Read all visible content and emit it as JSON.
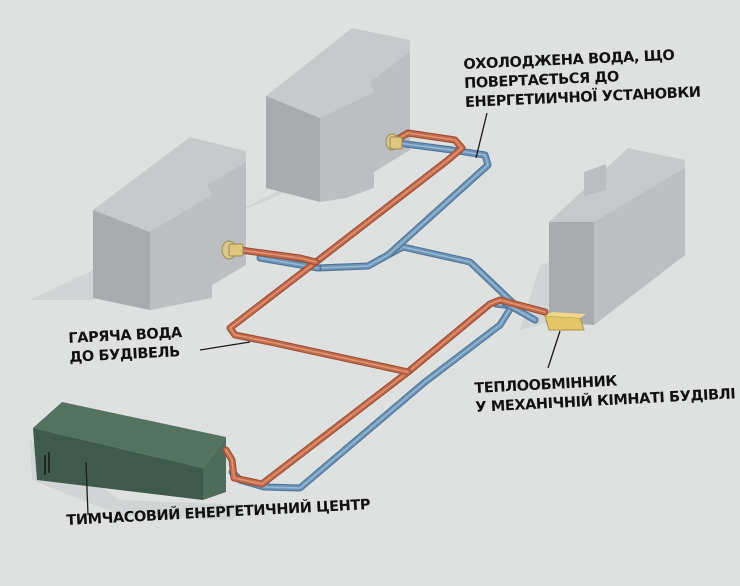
{
  "diagram": {
    "colors": {
      "background": "#dfe1e1",
      "building_front": "#a9abae",
      "building_side": "#bcbec1",
      "building_top": "#c7c9cb",
      "plant_front": "#3f5a4c",
      "plant_side": "#4f6b5c",
      "plant_top": "#557261",
      "hot_pipe": "#c06a4c",
      "cold_pipe": "#6b93b5",
      "heat_exchanger": "#d9c27a"
    },
    "labels": {
      "chilled_return": [
        "ОХОЛОДЖЕНА ВОДА, ЩО",
        "ПОВЕРТАЄТЬСЯ ДО",
        "ЕНЕРГЕТИИЧНОЇ УСТАНОВКИ"
      ],
      "hot_supply": [
        "ГАРЯЧА ВОДА",
        "ДО БУДІВЕЛЬ"
      ],
      "heat_exchanger": [
        "ТЕПЛООБМІННИК",
        "У МЕХАНІЧНІЙ КІМНАТІ БУДІВЛІ"
      ],
      "energy_center": [
        "ТИМЧАСОВИЙ ЕНЕРГЕТИЧНИЙ ЦЕНТР"
      ]
    }
  }
}
